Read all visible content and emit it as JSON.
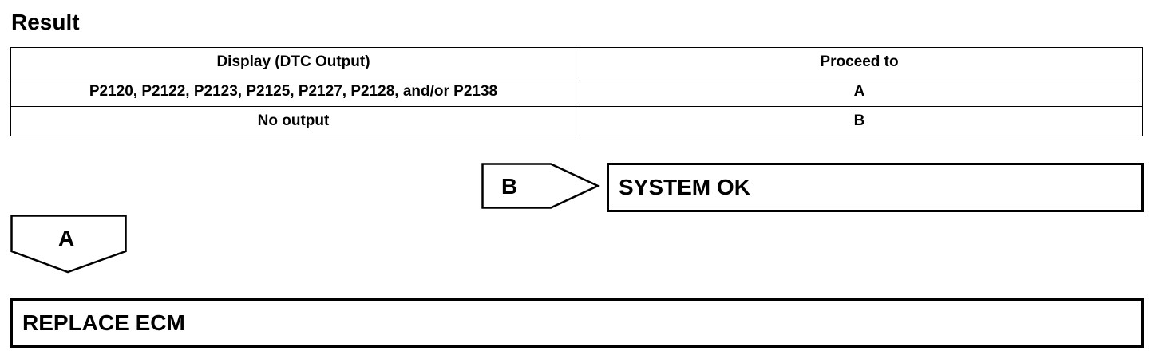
{
  "heading": "Result",
  "table": {
    "headers": [
      "Display (DTC Output)",
      "Proceed to"
    ],
    "rows": [
      [
        "P2120, P2122, P2123, P2125, P2127, P2128, and/or P2138",
        "A"
      ],
      [
        "No output",
        "B"
      ]
    ]
  },
  "flow": {
    "arrow_b_label": "B",
    "system_ok": "SYSTEM OK",
    "arrow_a_label": "A",
    "replace_ecm": "REPLACE ECM"
  }
}
